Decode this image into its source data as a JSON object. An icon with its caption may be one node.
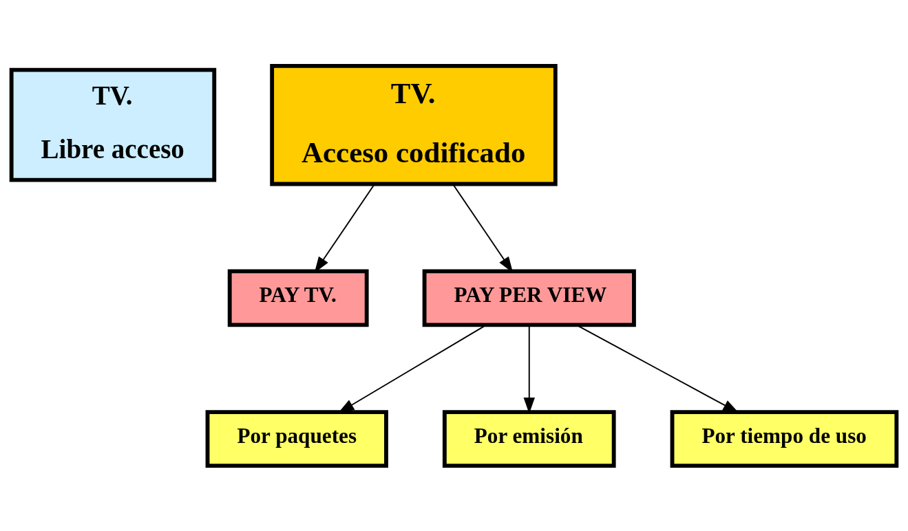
{
  "diagram": {
    "nodes": [
      {
        "text": [
          "TV.",
          "Libre acceso"
        ]
      },
      {
        "text": [
          "TV.",
          "Acceso codificado"
        ]
      },
      {
        "text": [
          "PAY TV."
        ]
      },
      {
        "text": [
          "PAY PER VIEW"
        ]
      },
      {
        "text": [
          "Por paquetes"
        ]
      },
      {
        "text": [
          "Por emisión"
        ]
      },
      {
        "text": [
          "Por tiempo de uso"
        ]
      }
    ],
    "edges": [
      {
        "from": 1,
        "to": 2,
        "arrow": "to"
      },
      {
        "from": 1,
        "to": 3,
        "arrow": "to"
      },
      {
        "from": 3,
        "to": 4,
        "arrow": "to"
      },
      {
        "from": 3,
        "to": 5,
        "arrow": "to"
      },
      {
        "from": 3,
        "to": 6,
        "arrow": "to"
      }
    ]
  }
}
